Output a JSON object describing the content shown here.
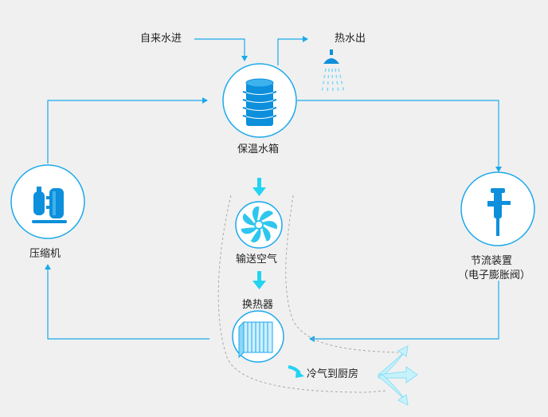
{
  "labels": {
    "water_in": "自来水进",
    "hot_water_out": "热水出",
    "tank": "保温水箱",
    "compressor": "压缩机",
    "fan": "输送空气",
    "exchanger": "换热器",
    "throttle": "节流装置",
    "throttle_sub": "（电子膨胀阀）",
    "cold_air": "冷气到厨房"
  },
  "colors": {
    "line": "#1aa9ec",
    "icon": "#0d8fdc",
    "fan": "#2ec6ee",
    "arrow_cyan": "#22d3f2",
    "spray": "#7fd8f5",
    "dashed": "#a8a8a8",
    "circle_fill": "#ffffff"
  },
  "icons": {
    "tank": "water-tank-icon",
    "compressor": "compressor-icon",
    "fan": "fan-icon",
    "exchanger": "heat-exchanger-icon",
    "throttle": "expansion-valve-icon",
    "shower": "shower-icon"
  }
}
